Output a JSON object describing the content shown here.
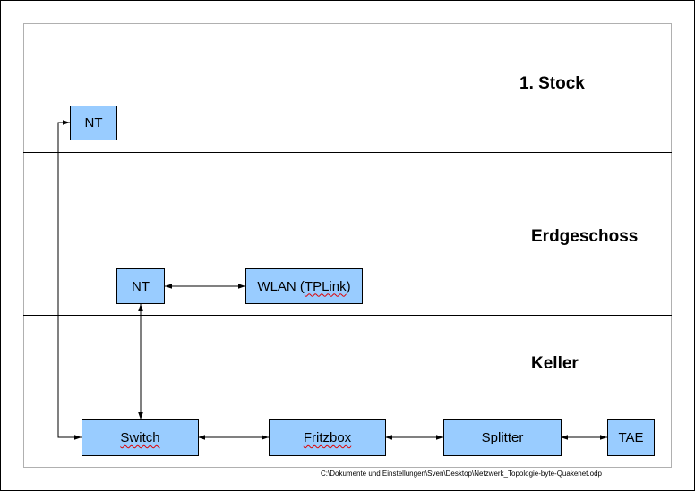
{
  "floors": {
    "top": "1. Stock",
    "ground": "Erdgeschoss",
    "basement": "Keller"
  },
  "nodes": {
    "nt_upper": "NT",
    "nt_ground": "NT",
    "wlan_prefix": "WLAN (",
    "wlan_brand": "TPLink",
    "wlan_suffix": ")",
    "switch": "Switch",
    "fritzbox": "Fritzbox",
    "splitter": "Splitter",
    "tae": "TAE"
  },
  "colors": {
    "node_fill": "#99ccff",
    "spellcheck_underline": "#e00000"
  },
  "footer": {
    "file_path": "C:\\Dokumente und Einstellungen\\Sven\\Desktop\\Netzwerk_Topologie-byte-Quakenet.odp"
  }
}
